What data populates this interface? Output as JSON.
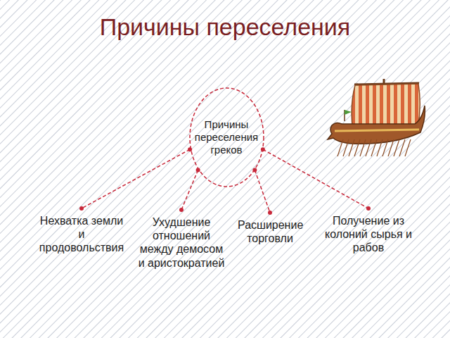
{
  "diagram": {
    "title": "Причины переселения",
    "nodes": [
      {
        "text": [
          "Причины переселения греков"
        ]
      },
      {
        "text": [
          "Нехватка земли и продовольствия"
        ]
      },
      {
        "text": [
          "Ухудшение отношений между демосом и аристократией"
        ]
      },
      {
        "text": [
          "Расширение торговли"
        ]
      },
      {
        "text": [
          "Получение из колоний сырья и рабов"
        ]
      }
    ],
    "edges": [
      {
        "from": 0,
        "to": 1,
        "arrow": "none"
      },
      {
        "from": 0,
        "to": 2,
        "arrow": "none"
      },
      {
        "from": 0,
        "to": 3,
        "arrow": "none"
      },
      {
        "from": 0,
        "to": 4,
        "arrow": "none"
      }
    ]
  }
}
